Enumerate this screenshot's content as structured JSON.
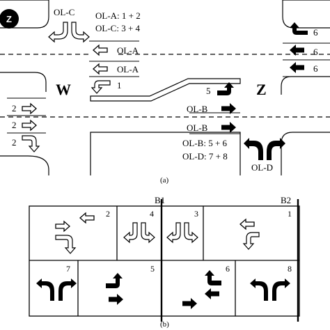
{
  "intersection": {
    "directions": {
      "west": "W",
      "east": "Z"
    },
    "overlaps_top": [
      "OL-A: 1 + 2",
      "OL-C: 3 + 4"
    ],
    "overlaps_bottom": [
      "OL-B: 5 + 6",
      "OL-D: 7 + 8"
    ],
    "ol_c_label": "OL-C",
    "ol_d_label": "OL-D",
    "lane_labels": {
      "ola_1": "OL-A",
      "ola_2": "OL-A",
      "olb_1": "OL-B",
      "olb_2": "OL-B",
      "phase_1": "1",
      "phase_5": "5",
      "west_phase_2a": "2",
      "west_phase_2b": "2",
      "west_phase_2c": "2",
      "east_phase_6a": "6",
      "east_phase_6b": "6",
      "east_phase_6c": "6"
    },
    "caption": "(a)"
  },
  "phase_diagram": {
    "barriers": [
      "B1",
      "B2"
    ],
    "ring1": [
      "2",
      "4",
      "3",
      "1"
    ],
    "ring2": [
      "7",
      "5",
      "6",
      "8"
    ],
    "caption": "(b)"
  }
}
